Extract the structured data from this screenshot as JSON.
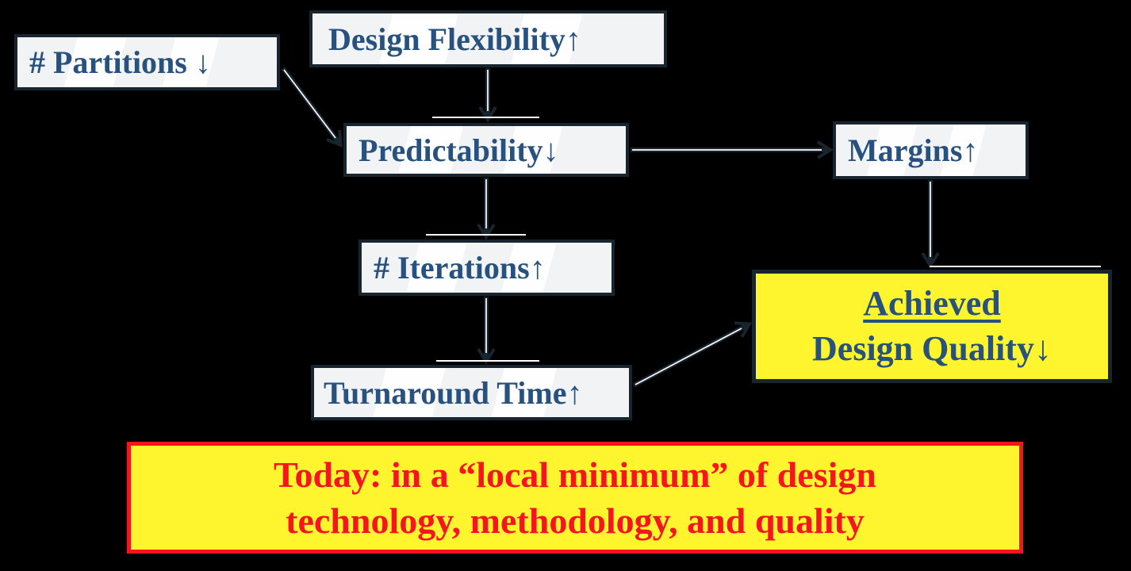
{
  "diagram": {
    "background_color": "#000000",
    "node_fill": "#f2f3f5",
    "node_border_color": "#18242e",
    "node_text_color": "#27517e",
    "highlight_fill": "#fff52e",
    "alert_color": "#f8141f",
    "nodes": [
      {
        "id": "partitions",
        "label": "# Partitions ↓"
      },
      {
        "id": "design-flexibility",
        "label": "Design Flexibility↑"
      },
      {
        "id": "predictability",
        "label": "Predictability↓"
      },
      {
        "id": "margins",
        "label": "Margins↑"
      },
      {
        "id": "iterations",
        "label": "# Iterations↑"
      },
      {
        "id": "turnaround-time",
        "label": "Turnaround Time↑"
      },
      {
        "id": "achieved-design-quality",
        "line1": "Achieved",
        "line2": "Design Quality↓"
      }
    ],
    "edges": [
      {
        "from": "partitions",
        "to": "predictability"
      },
      {
        "from": "design-flexibility",
        "to": "predictability"
      },
      {
        "from": "predictability",
        "to": "margins"
      },
      {
        "from": "predictability",
        "to": "iterations"
      },
      {
        "from": "margins",
        "to": "achieved-design-quality"
      },
      {
        "from": "iterations",
        "to": "turnaround-time"
      },
      {
        "from": "turnaround-time",
        "to": "achieved-design-quality"
      }
    ],
    "banner": {
      "line1": "Today: in a “local minimum” of design",
      "line2": "technology, methodology, and quality"
    }
  }
}
